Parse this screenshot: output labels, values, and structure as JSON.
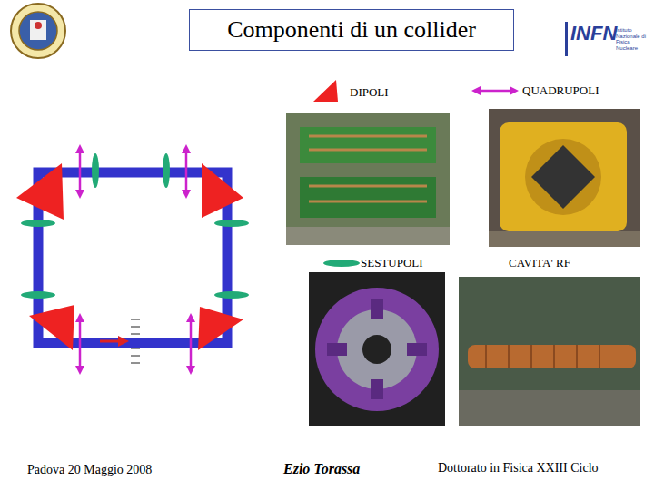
{
  "diagram": {
    "title": "Componenti di un collider",
    "labels": [
      "CAVITA' RF",
      "INFN",
      "Istituto Nazionale di Fisica Nucleare",
      "Padova 20 Maggio 2008",
      "Ezio Torassa",
      "Dottorato in Fisica XXIII Ciclo"
    ],
    "legend": [
      {
        "text": "DIPOLI"
      },
      {
        "text": "QUADRUPOLI"
      },
      {
        "text": "SESTUPOLI"
      }
    ]
  }
}
